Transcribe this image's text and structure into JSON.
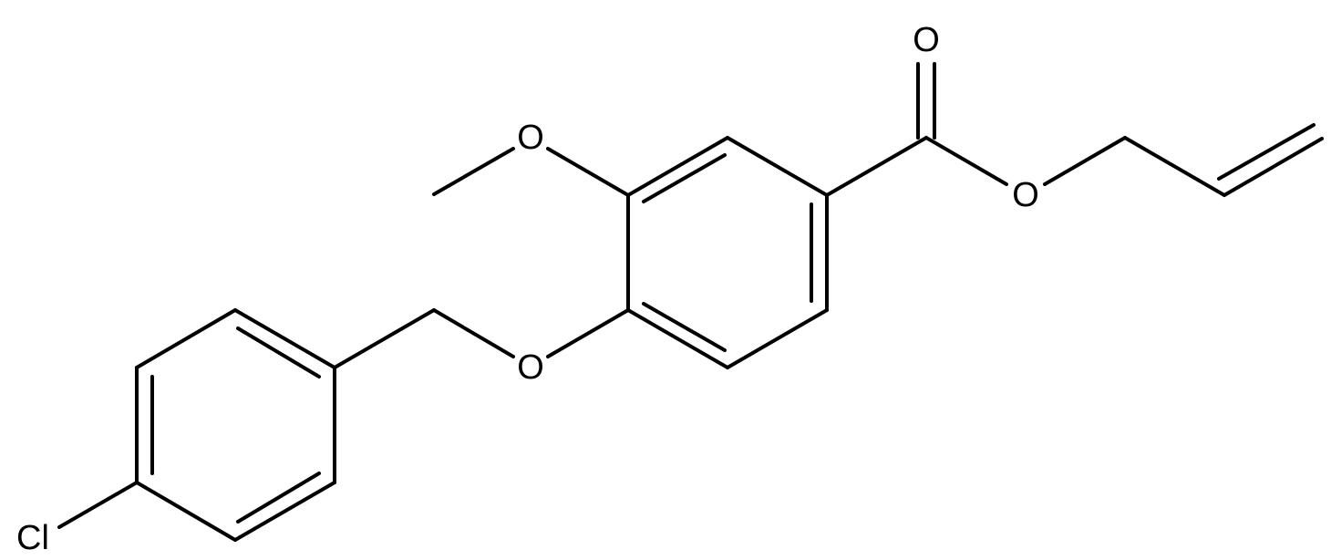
{
  "atom_labels": {
    "carbonyl_oxygen": "O",
    "ester_oxygen": "O",
    "methoxy_oxygen": "O",
    "benzyl_ether_oxygen": "O",
    "chlorine": "Cl"
  },
  "colors": {
    "bond": "#000000",
    "label": "#000000",
    "background": "#ffffff"
  }
}
